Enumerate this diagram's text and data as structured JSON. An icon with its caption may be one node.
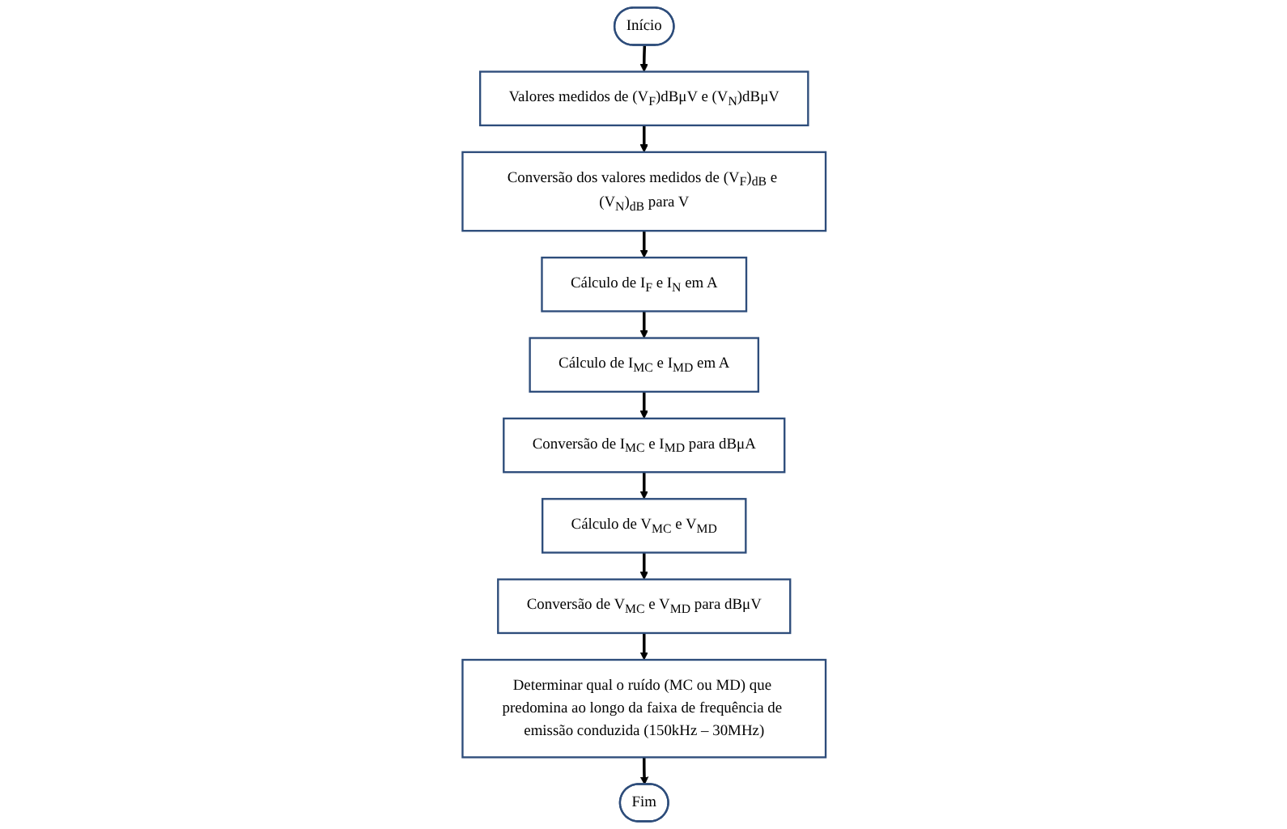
{
  "diagram": {
    "nodes": [
      {
        "text": [
          "Início"
        ]
      },
      {
        "text": [
          "Valores medidos de (V$_{F}$)dBμV e (V$_{N}$)dBμV"
        ]
      },
      {
        "text": [
          "Conversão dos valores medidos de (V$_{F}$)$_{dB}$ e (V$_{N}$)$_{dB}$ para V"
        ]
      },
      {
        "text": [
          "Cálculo de I$_{F}$ e I$_{N}$ em A"
        ]
      },
      {
        "text": [
          "Cálculo de I$_{MC}$ e I$_{MD}$ em A"
        ]
      },
      {
        "text": [
          "Conversão de I$_{MC}$ e I$_{MD}$ para dBμA"
        ]
      },
      {
        "text": [
          "Cálculo de V$_{MC}$ e V$_{MD}$"
        ]
      },
      {
        "text": [
          "Conversão de V$_{MC}$ e V$_{MD}$ para dBμV"
        ]
      },
      {
        "text": [
          "Determinar qual o ruído (MC ou MD) que predomina ao longo da faixa de frequência de emissão conduzida (150kHz – 30MHz)"
        ]
      },
      {
        "text": [
          "Fim"
        ]
      }
    ],
    "edges": [
      {
        "from": 0,
        "to": 1,
        "arrow": "to"
      },
      {
        "from": 1,
        "to": 2,
        "arrow": "to"
      },
      {
        "from": 2,
        "to": 3,
        "arrow": "to"
      },
      {
        "from": 3,
        "to": 4,
        "arrow": "to"
      },
      {
        "from": 4,
        "to": 5,
        "arrow": "to"
      },
      {
        "from": 5,
        "to": 6,
        "arrow": "to"
      },
      {
        "from": 6,
        "to": 7,
        "arrow": "to"
      },
      {
        "from": 7,
        "to": 8,
        "arrow": "to"
      },
      {
        "from": 8,
        "to": 9,
        "arrow": "to"
      }
    ]
  }
}
